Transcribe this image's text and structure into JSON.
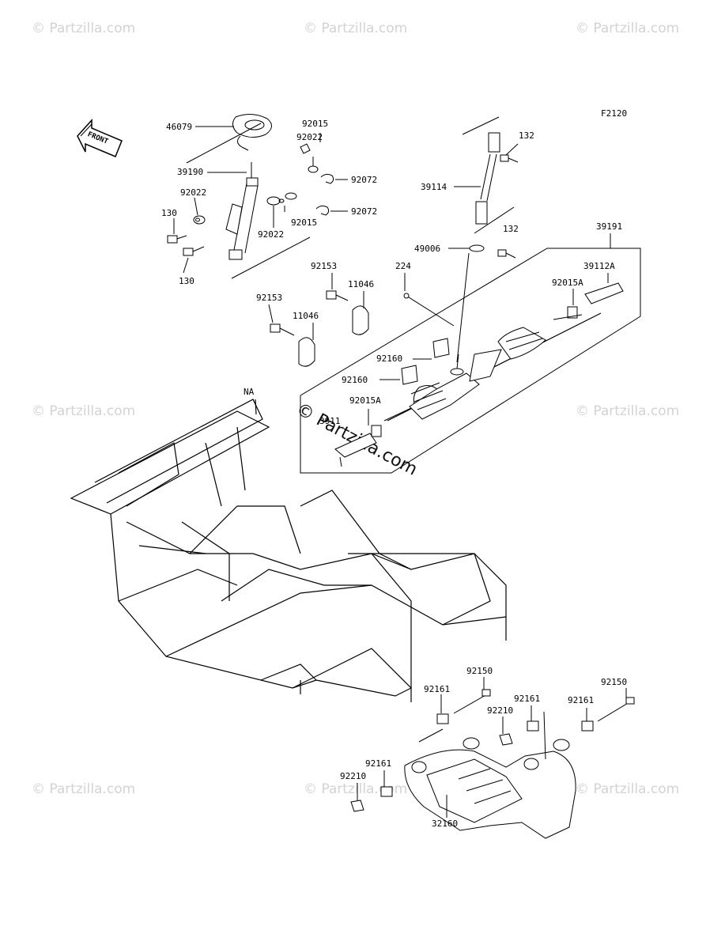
{
  "diagram": {
    "code": "F2120",
    "front_label": "FRONT",
    "watermark": "© Partzilla.com",
    "parts": {
      "p46079": "46079",
      "p92015a": "92015",
      "p92022a": "92022",
      "p39190": "39190",
      "p92072a": "92072",
      "p92022b": "92022",
      "p130a": "130",
      "p92015b": "92015",
      "p92072b": "92072",
      "p92022c": "92022",
      "p130b": "130",
      "p132a": "132",
      "p39114": "39114",
      "p132b": "132",
      "p39191": "39191",
      "p49006": "49006",
      "p39112a": "39112A",
      "p224": "224",
      "p92153a": "92153",
      "p11046a": "11046",
      "p92015c": "92015A",
      "p92153b": "92153",
      "p11046b": "11046",
      "p92160a": "92160",
      "p92160b": "92160",
      "p92015d": "92015A",
      "p3911x": "3911",
      "pNA": "NA",
      "p92150a": "92150",
      "p92161a": "92161",
      "p92161b": "92161",
      "p92210a": "92210",
      "p92150b": "92150",
      "p92161c": "92161",
      "p92161d": "92161",
      "p92210b": "92210",
      "p32160": "32160"
    }
  }
}
